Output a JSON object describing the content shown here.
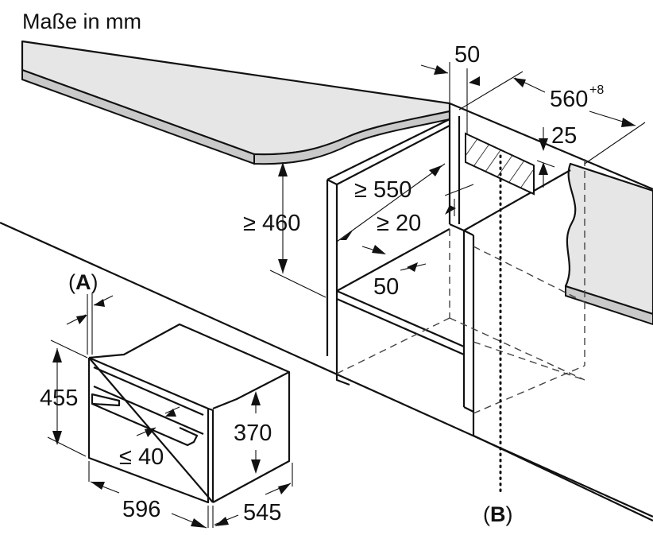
{
  "title": "Maße in mm",
  "diagram": {
    "type": "installation-dimension-drawing",
    "unit": "mm",
    "cabinet_dimensions": {
      "niche_height_min": "≥ 460",
      "niche_depth_min": "≥ 550",
      "rear_gap_min": "≥ 20",
      "shelf_cutout_depth": "50",
      "ventilation_gap": "50",
      "niche_width": "560",
      "niche_width_tolerance": "+8",
      "ventilation_height": "25"
    },
    "appliance_dimensions": {
      "height": "455",
      "body_height": "370",
      "width": "596",
      "depth": "545",
      "handle_projection_max": "≤ 40"
    },
    "callouts": {
      "a": {
        "open": "(",
        "letter": "A",
        "close": ")"
      },
      "b": {
        "open": "(",
        "letter": "B",
        "close": ")"
      }
    }
  }
}
